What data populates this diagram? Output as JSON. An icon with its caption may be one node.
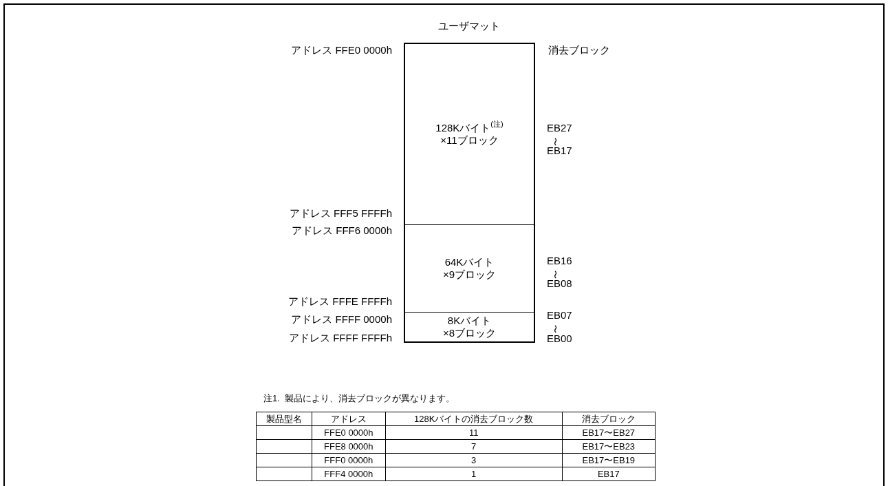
{
  "diagram": {
    "nodes": [
      {
        "text": [
          "128Kバイト$^{(注)}$ ×11ブロック"
        ]
      },
      {
        "text": [
          "64Kバイト ×9ブロック"
        ]
      },
      {
        "text": [
          "8Kバイト ×8ブロック"
        ]
      }
    ],
    "edges": [],
    "labels": [
      "ユーザマット",
      "アドレス FFE0 0000h",
      "消去ブロック",
      "EB27",
      "〜",
      "EB17",
      "アドレス FFF5 FFFFh",
      "アドレス FFF6 0000h",
      "EB16",
      "〜",
      "EB08",
      "アドレス FFFE FFFFh",
      "EB07",
      "〜",
      "アドレス FFFF 0000h",
      "EB00",
      "アドレス FFFF FFFFh",
      "注1.  製品により、消去ブロックが異なります。",
      "製品型名",
      "アドレス",
      "128Kバイトの消去ブロック数",
      "消去ブロック",
      "FFE0 0000h",
      "11",
      "EB17〜EB27",
      "FFE8 0000h",
      "7",
      "EB17〜EB23",
      "FFF0 0000h",
      "3",
      "EB17〜EB19",
      "FFF4 0000h",
      "1",
      "EB17"
    ]
  }
}
